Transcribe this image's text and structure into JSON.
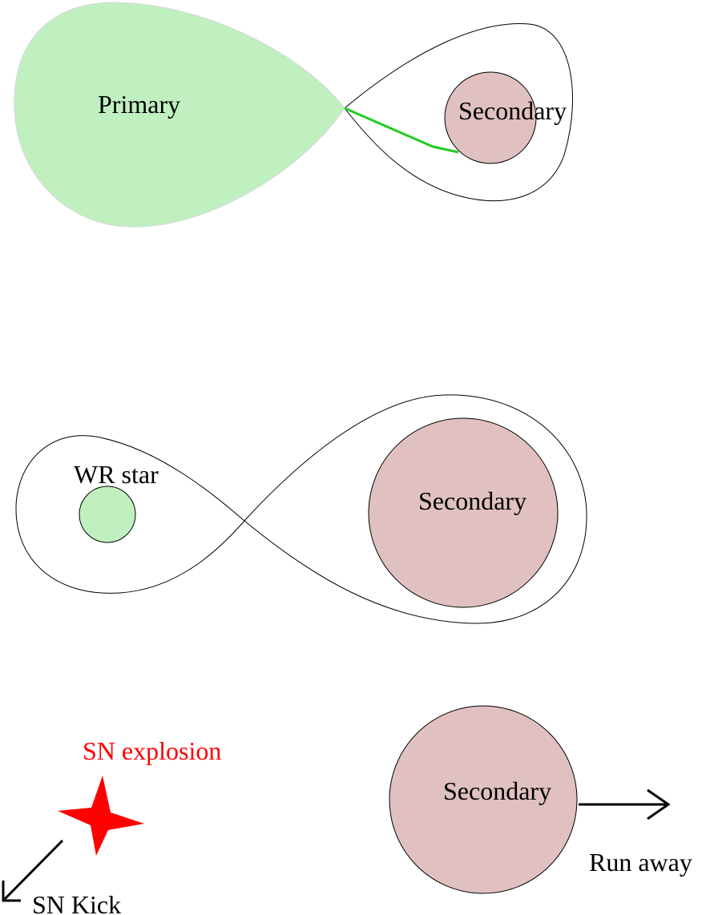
{
  "colors": {
    "primary_fill": "#c0f0c0",
    "secondary_fill": "#e0c0c0",
    "mass_transfer_stream": "#22cc22",
    "explosion": "#ff0000",
    "outline": "#000000",
    "label_text": "#000000",
    "explosion_label_text": "#ff0000"
  },
  "stage1": {
    "primary_label": "Primary",
    "secondary_label": "Secondary"
  },
  "stage2": {
    "wr_label": "WR star",
    "secondary_label": "Secondary"
  },
  "stage3": {
    "explosion_label": "SN explosion",
    "secondary_label": "Secondary",
    "runaway_label": "Run away",
    "kick_label": "SN Kick"
  },
  "icons": {
    "explosion": "four-point-star-icon",
    "runaway": "arrow-right-icon",
    "kick": "arrow-down-left-icon"
  }
}
